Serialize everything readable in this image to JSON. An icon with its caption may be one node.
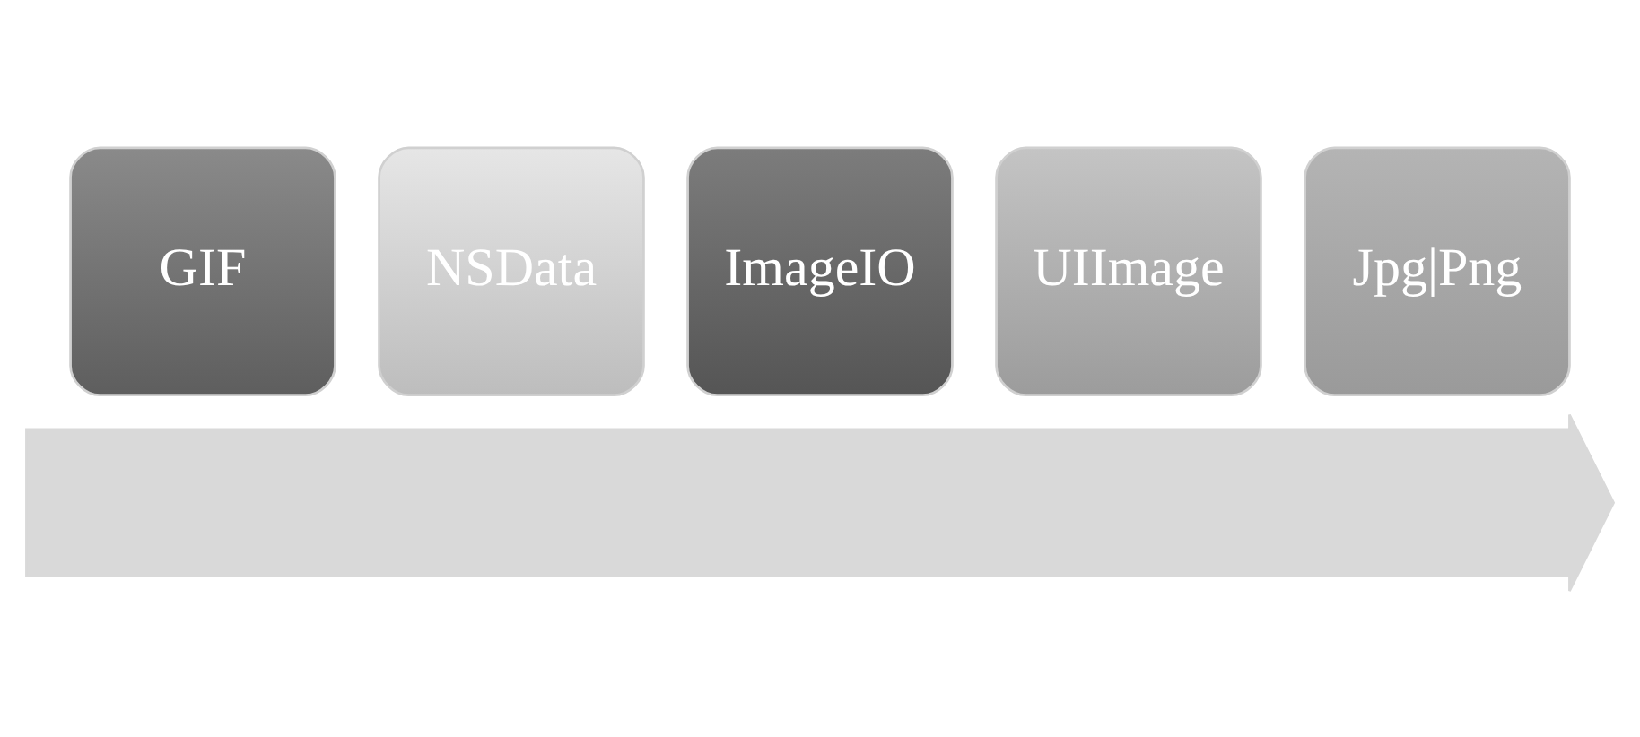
{
  "diagram": {
    "nodes": [
      {
        "text": [
          "GIF"
        ]
      },
      {
        "text": [
          "NSData"
        ]
      },
      {
        "text": [
          "ImageIO"
        ]
      },
      {
        "text": [
          "UIImage"
        ]
      },
      {
        "text": [
          "Jpg|Png"
        ]
      },
      {
        "text": [],
        "shape": "arrow"
      }
    ]
  }
}
